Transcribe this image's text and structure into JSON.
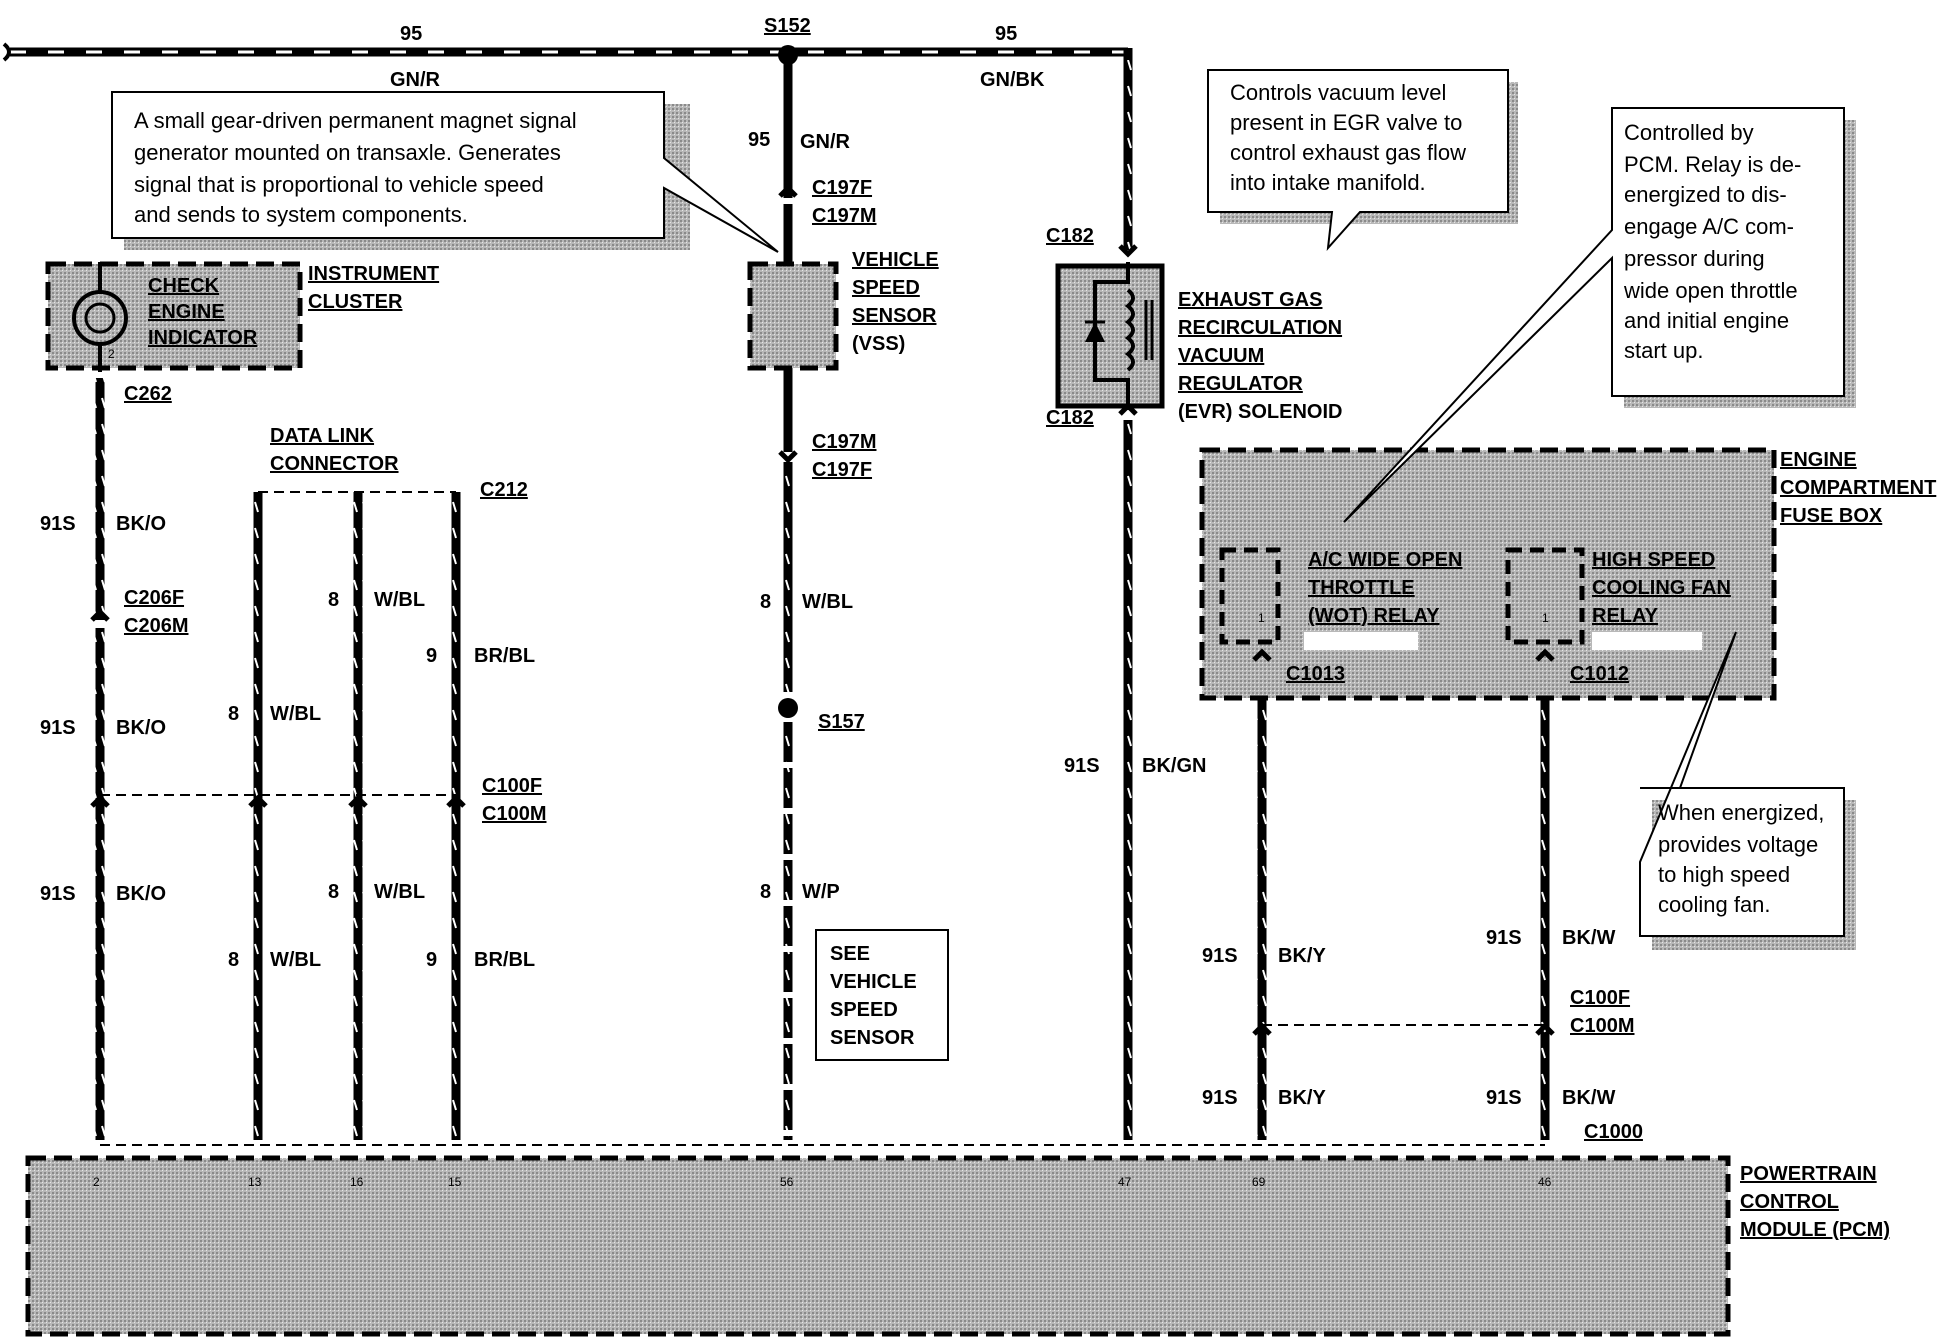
{
  "labels": {
    "top_left_95": "95",
    "top_left_gnr": "GN/R",
    "s152": "S152",
    "top_right_95": "95",
    "top_right_gnbk": "GN/BK",
    "vss_95": "95",
    "vss_gnr": "GN/R",
    "c197f_a": "C197F",
    "c197m_a": "C197M",
    "c197m_b": "C197M",
    "c197f_b": "C197F",
    "vss_8": "8",
    "vss_wbl": "W/BL",
    "s157": "S157",
    "vss_8b": "8",
    "vss_wp": "W/P",
    "c182_top": "C182",
    "c182_bot": "C182",
    "egr_91s": "91S",
    "egr_bkgn": "BK/GN",
    "c262": "C262",
    "ce_91s_a": "91S",
    "ce_bko_a": "BK/O",
    "c206f": "C206F",
    "c206m": "C206M",
    "ce_91s_b": "91S",
    "ce_bko_b": "BK/O",
    "ce_91s_c": "91S",
    "ce_bko_c": "BK/O",
    "c212": "C212",
    "dlc_8_a": "8",
    "dlc_wbl_a": "W/BL",
    "dlc_9_a": "9",
    "dlc_brbl_a": "BR/BL",
    "dlc_8_b": "8",
    "dlc_wbl_b": "W/BL",
    "c100f_a": "C100F",
    "c100m_a": "C100M",
    "dlc_8_c": "8",
    "dlc_wbl_c": "W/BL",
    "dlc_8_d": "8",
    "dlc_wbl_d": "W/BL",
    "dlc_9_b": "9",
    "dlc_brbl_b": "BR/BL",
    "c1013": "C1013",
    "c1012": "C1012",
    "ac_91s_a": "91S",
    "ac_bky_a": "BK/Y",
    "fan_91s_a": "91S",
    "fan_bkw_a": "BK/W",
    "c100f_b": "C100F",
    "c100m_b": "C100M",
    "ac_91s_b": "91S",
    "ac_bky_b": "BK/Y",
    "fan_91s_b": "91S",
    "fan_bkw_b": "BK/W",
    "c1000": "C1000"
  },
  "components": {
    "instrument_cluster": [
      "INSTRUMENT",
      "CLUSTER"
    ],
    "check_engine": [
      "CHECK",
      "ENGINE",
      "INDICATOR"
    ],
    "check_engine_pin": "2",
    "data_link": [
      "DATA LINK",
      "CONNECTOR"
    ],
    "vss": [
      "VEHICLE",
      "SPEED",
      "SENSOR",
      "(VSS)"
    ],
    "see_vss": [
      "SEE",
      "VEHICLE",
      "SPEED",
      "SENSOR"
    ],
    "egr": [
      "EXHAUST GAS",
      "RECIRCULATION",
      "VACUUM",
      "REGULATOR",
      "(EVR) SOLENOID"
    ],
    "fuse_box": [
      "ENGINE",
      "COMPARTMENT",
      "FUSE BOX"
    ],
    "ac_relay": [
      "A/C  WIDE OPEN",
      "THROTTLE",
      "(WOT) RELAY"
    ],
    "ac_relay_pin": "1",
    "fan_relay": [
      "HIGH SPEED",
      "COOLING FAN",
      "RELAY"
    ],
    "fan_relay_pin": "1",
    "pcm": [
      "POWERTRAIN",
      "CONTROL",
      "MODULE (PCM)"
    ]
  },
  "notes": {
    "vss_note": [
      "A small gear-driven permanent magnet signal",
      "generator mounted on transaxle. Generates",
      "signal that is proportional to vehicle speed",
      "and sends to system components."
    ],
    "egr_note": [
      "Controls vacuum level",
      "present in EGR valve to",
      "control exhaust gas flow",
      "into intake manifold."
    ],
    "relay_note": [
      "Controlled by",
      "PCM. Relay is de-",
      "energized to dis-",
      "engage A/C com-",
      "pressor during",
      "wide open throttle",
      "and initial engine",
      "start up."
    ],
    "fan_note": [
      "When energized,",
      "provides voltage",
      "to high speed",
      "cooling fan."
    ]
  },
  "pcm_pins": {
    "p2": "2",
    "p13": "13",
    "p16": "16",
    "p15": "15",
    "p56": "56",
    "p47": "47",
    "p69": "69",
    "p46": "46"
  }
}
